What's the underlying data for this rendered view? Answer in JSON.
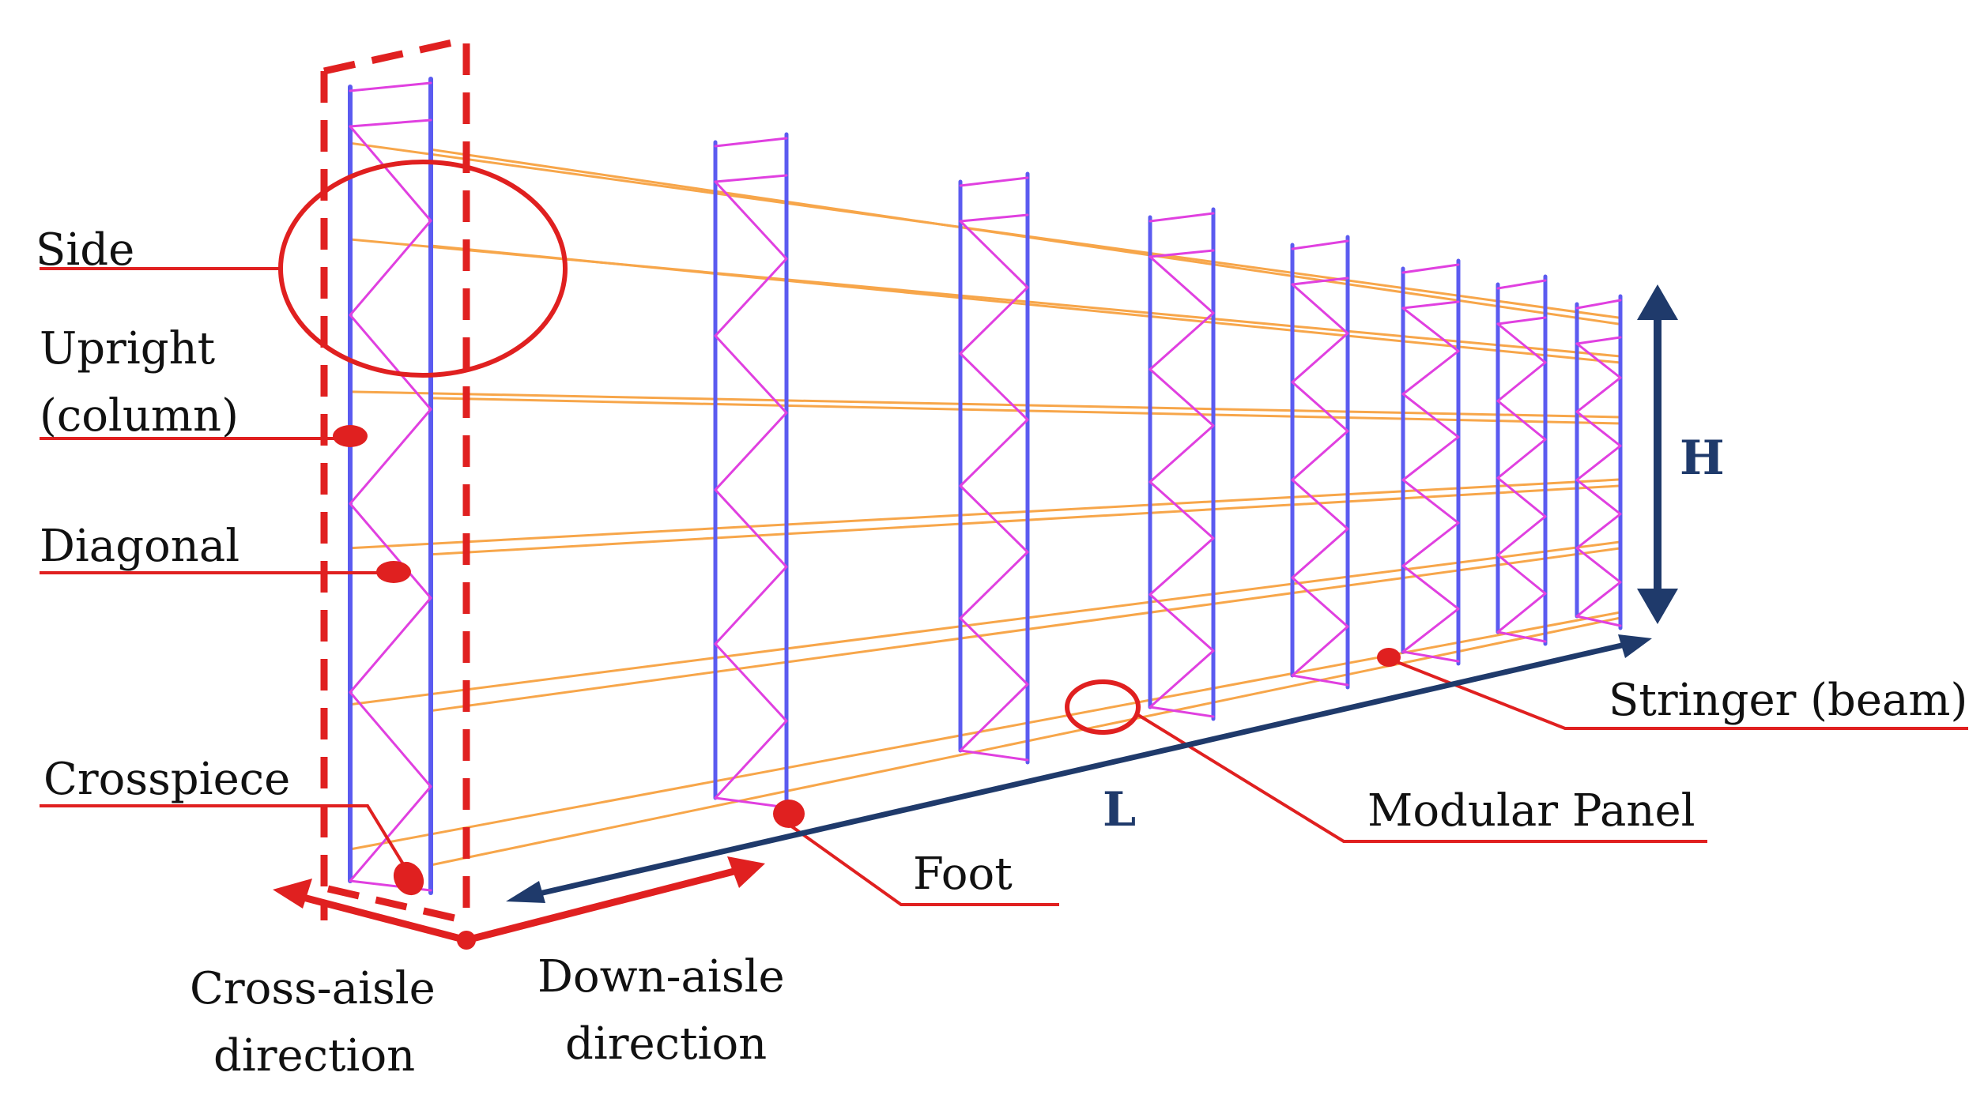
{
  "labels": {
    "side": "Side",
    "upright": "Upright",
    "column": "(column)",
    "diagonal": "Diagonal",
    "crosspiece": "Crosspiece",
    "cross_aisle_1": "Cross-aisle",
    "cross_aisle_2": "direction",
    "down_aisle_1": "Down-aisle",
    "down_aisle_2": "direction",
    "foot": "Foot",
    "modular_panel": "Modular Panel",
    "stringer": "Stringer (beam)",
    "height": "H",
    "length": "L"
  },
  "colors": {
    "upright": "#5b5bf0",
    "diagonal": "#e040e0",
    "beam": "#f7a64a",
    "callout": "#e02020",
    "dimension": "#1f3a6b"
  }
}
